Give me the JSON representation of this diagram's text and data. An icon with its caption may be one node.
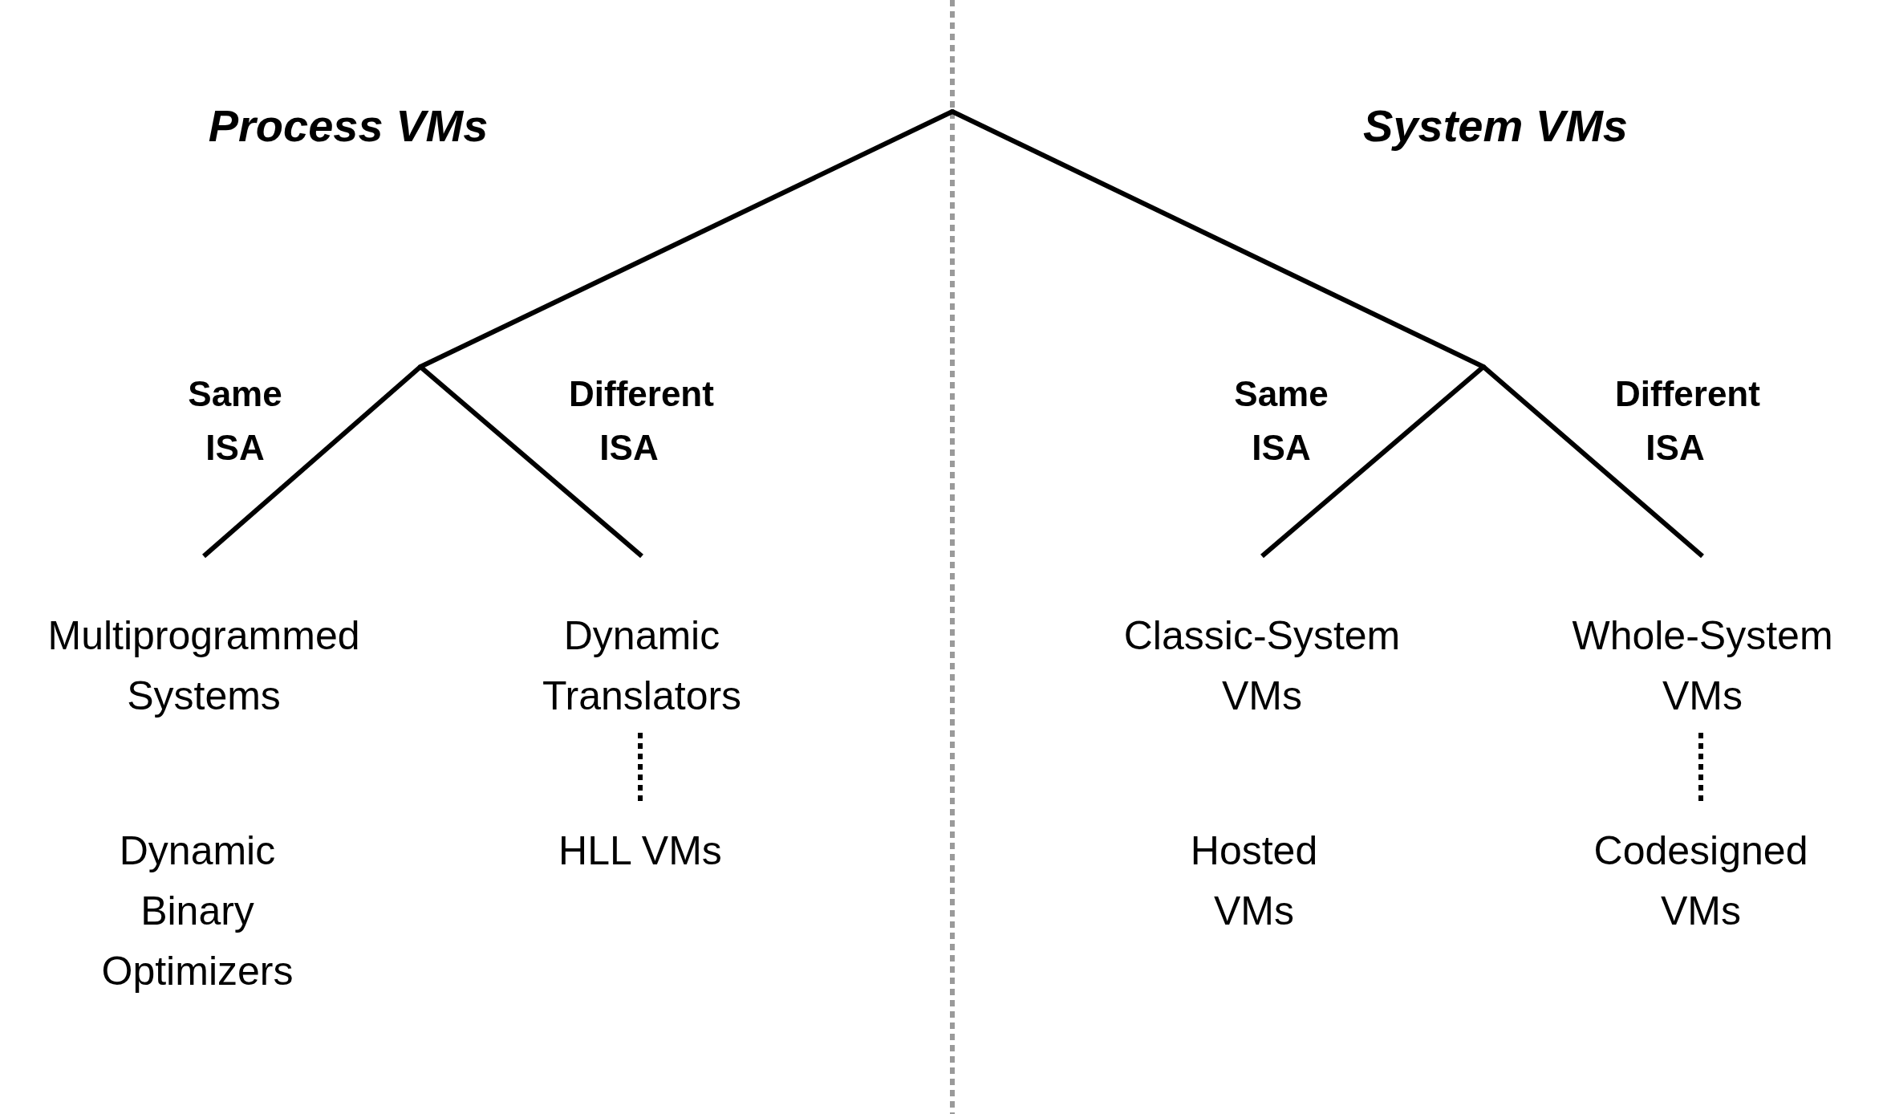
{
  "diagram": {
    "nodes": [
      {
        "text": [],
        "shape": "point"
      },
      {
        "text": [],
        "shape": "point"
      },
      {
        "text": [],
        "shape": "point"
      },
      {
        "text": [
          "Multiprogrammed Systems"
        ]
      },
      {
        "text": [
          "Dynamic Translators"
        ]
      },
      {
        "text": [
          "Dynamic Binary Optimizers"
        ]
      },
      {
        "text": [
          "HLL VMs"
        ]
      },
      {
        "text": [
          "Classic-System VMs"
        ]
      },
      {
        "text": [
          "Whole-System VMs"
        ]
      },
      {
        "text": [
          "Hosted VMs"
        ]
      },
      {
        "text": [
          "Codesigned VMs"
        ]
      }
    ],
    "edges": [
      {
        "from": 0,
        "to": 1,
        "arrow": "none"
      },
      {
        "from": 0,
        "to": 2,
        "arrow": "none"
      },
      {
        "from": 1,
        "to": 3,
        "arrow": "none",
        "label": "Same ISA"
      },
      {
        "from": 1,
        "to": 4,
        "arrow": "none",
        "label": "Different ISA"
      },
      {
        "from": 2,
        "to": 7,
        "arrow": "none",
        "label": "Same ISA"
      },
      {
        "from": 2,
        "to": 8,
        "arrow": "none",
        "label": "Different ISA"
      },
      {
        "from": 4,
        "to": 6,
        "arrow": "none",
        "style": "dashed"
      },
      {
        "from": 8,
        "to": 10,
        "arrow": "none",
        "style": "dashed"
      }
    ],
    "labels": [
      "Process VMs",
      "System VMs"
    ]
  }
}
